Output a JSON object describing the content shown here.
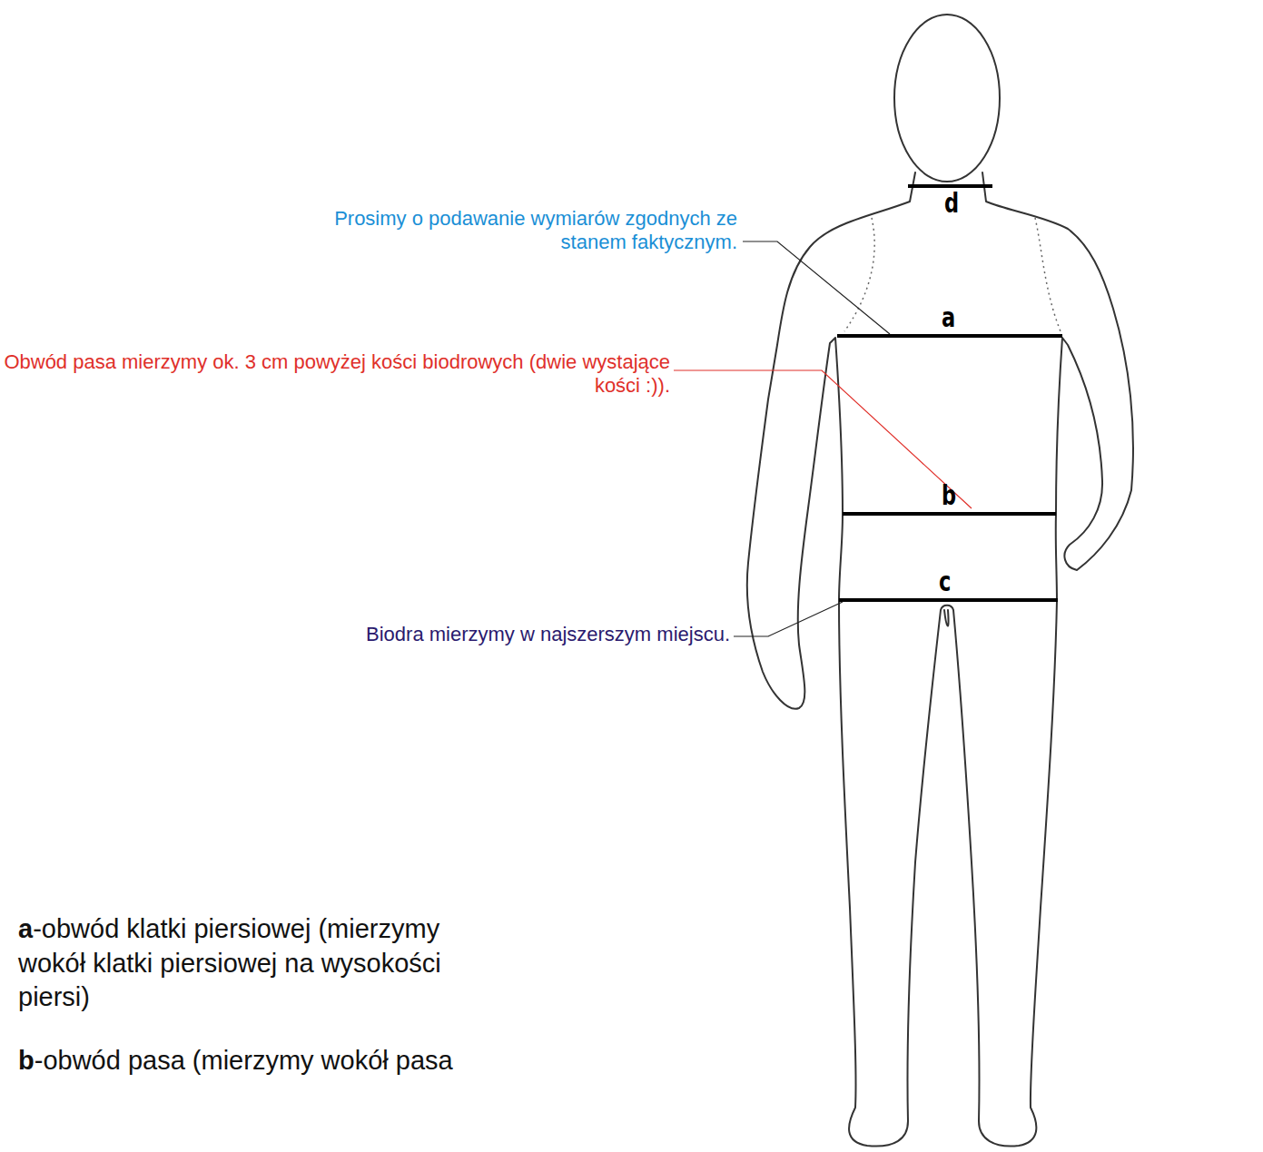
{
  "diagram": {
    "labels": [
      "d",
      "a",
      "b",
      "c",
      "Prosimy o podawanie wymiarów zgodnych ze stanem faktycznym.",
      "Obwód pasa mierzymy ok. 3 cm powyżej kości biodrowych (dwie wystające kości :)).",
      "Biodra mierzymy w najszerszym miejscu.",
      "a",
      "-obwód klatki piersiowej (mierzymy wokół klatki piersiowej na wysokości piersi)",
      "b",
      "-obwód pasa (mierzymy wokół pasa"
    ]
  }
}
